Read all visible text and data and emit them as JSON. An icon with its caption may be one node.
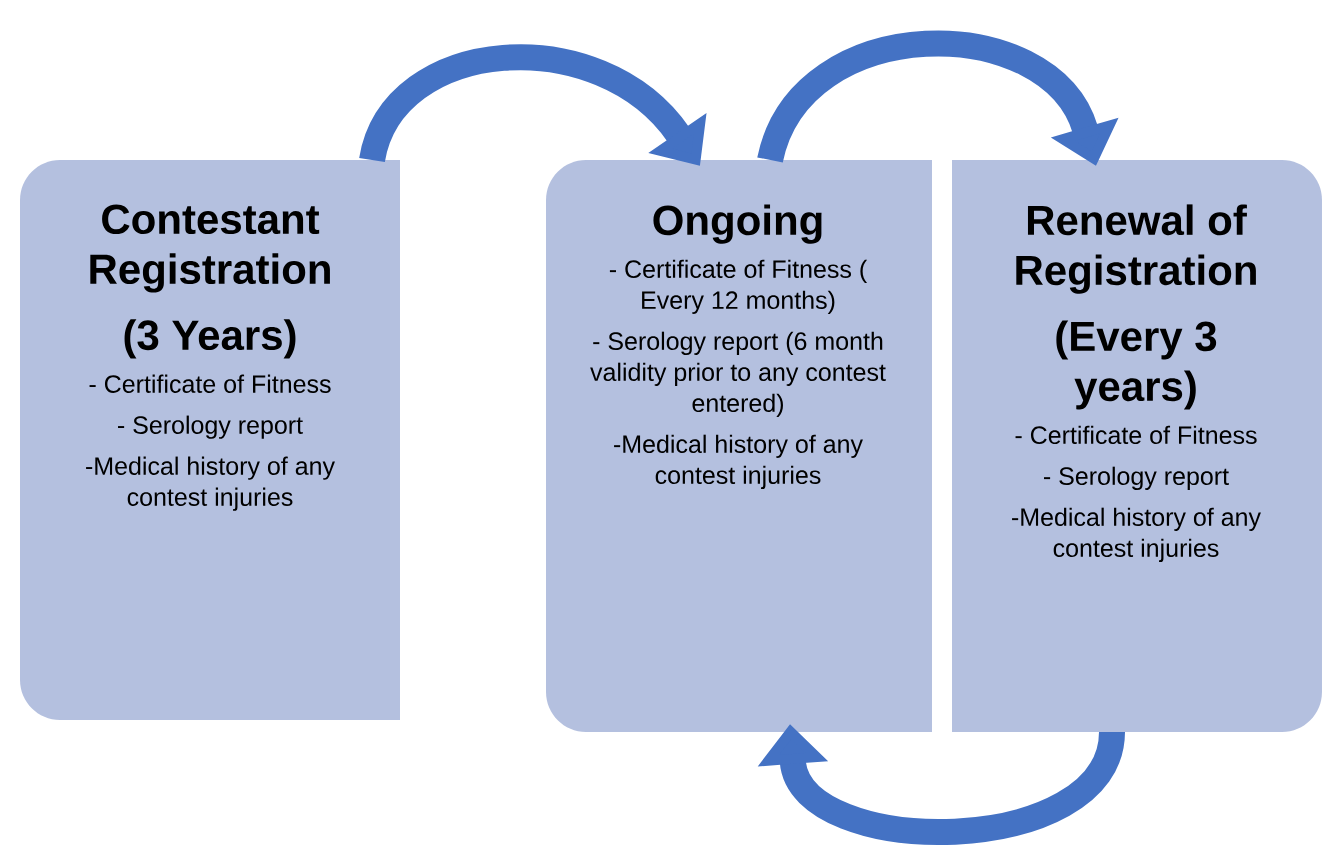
{
  "diagram": {
    "nodes": [
      {
        "text": [
          "Contestant Registration",
          "(3 Years)",
          "- Certificate of Fitness",
          "- Serology report",
          "-Medical history of any contest injuries"
        ]
      },
      {
        "text": [
          "Ongoing",
          "- Certificate of Fitness ( Every 12 months)",
          "- Serology report (6 month validity prior to any contest entered)",
          "-Medical history of any contest injuries"
        ]
      },
      {
        "text": [
          "Renewal of Registration",
          "(Every 3 years)",
          "- Certificate of Fitness",
          "- Serology report",
          "-Medical history of any contest injuries"
        ]
      }
    ],
    "edges": [
      {
        "from": 0,
        "to": 1,
        "arrow": "to"
      },
      {
        "from": 1,
        "to": 2,
        "arrow": "to"
      },
      {
        "from": 2,
        "to": 1,
        "arrow": "to"
      }
    ]
  }
}
